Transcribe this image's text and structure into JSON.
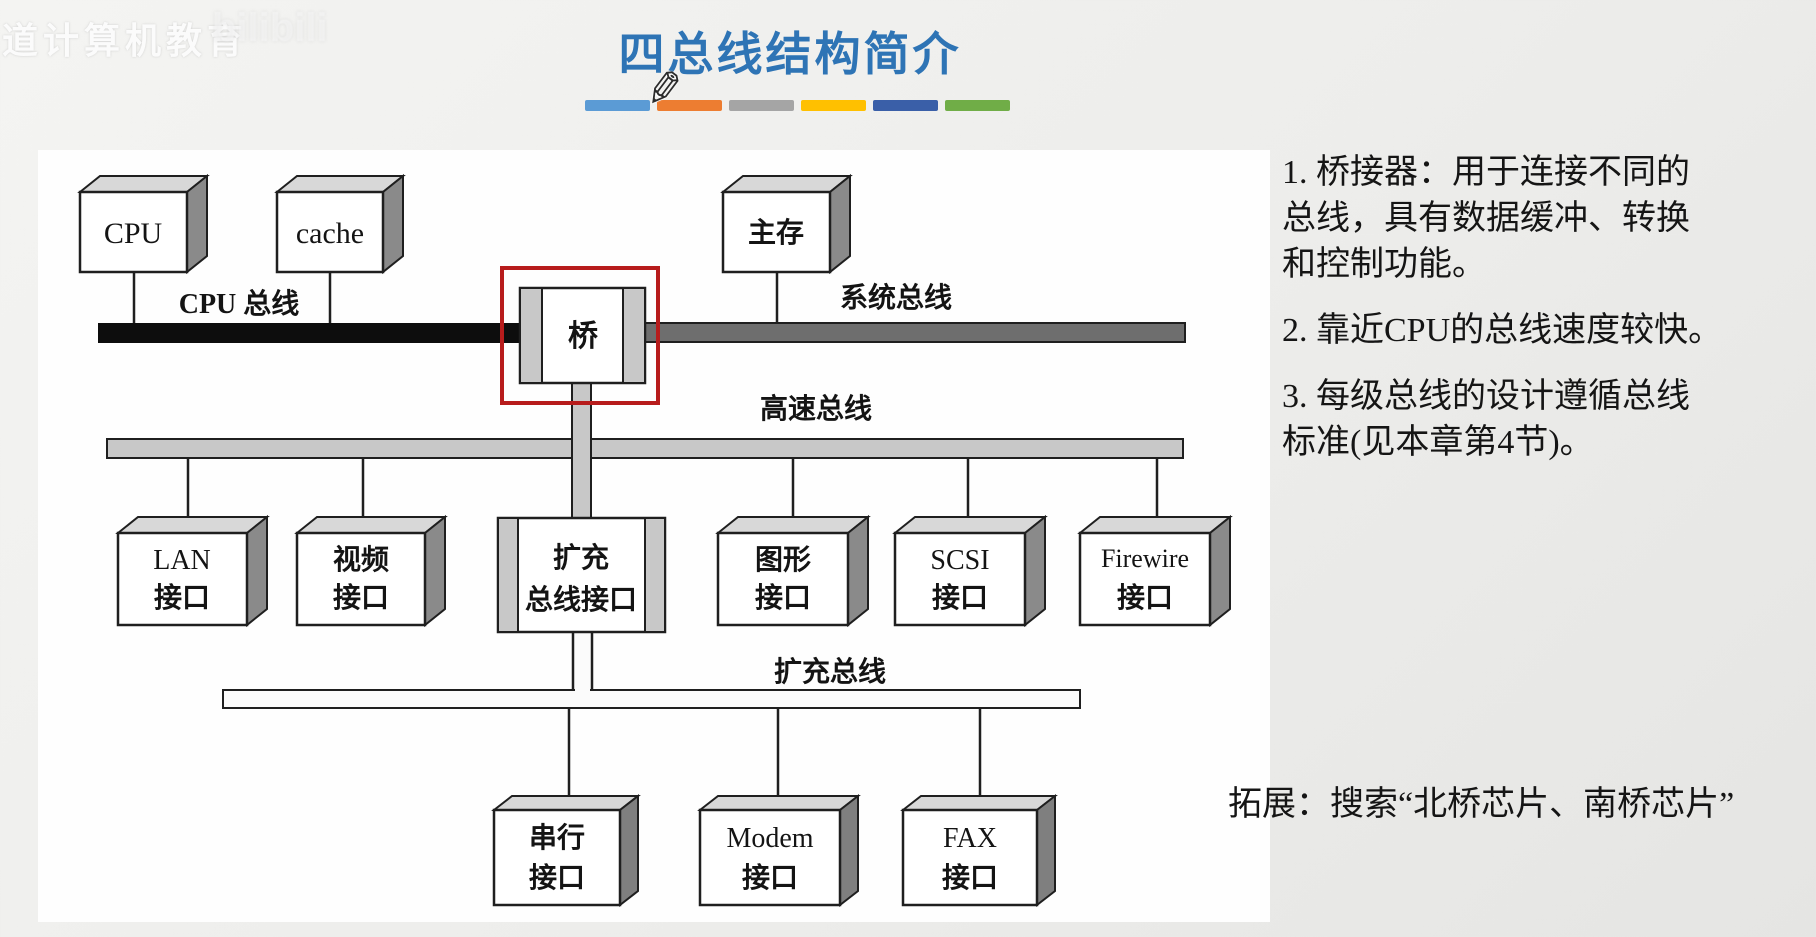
{
  "watermark": {
    "brand": "道计算机教育",
    "logo": "bilibili"
  },
  "icons": {
    "pen": "✎"
  },
  "title": {
    "text": "四总线结构简介",
    "color": "#2E74B5",
    "underline_colors": [
      "#5B9BD5",
      "#ED7D31",
      "#A5A5A5",
      "#FFC000",
      "#3A5FA8",
      "#70AD47"
    ]
  },
  "diagram": {
    "highlight_color": "#B71C1C",
    "colors": {
      "cpu_bus_fill": "#0d0d0d",
      "system_bus_fill": "#6e6e6e",
      "highspeed_bus_fill": "#c8c8c8",
      "expansion_bus_fill": "#fbfbfb",
      "box_top_face": "#d8d8d8",
      "box_side_face": "#8a8a8a"
    },
    "boxes": {
      "cpu": "CPU",
      "cache": "cache",
      "memory": "主存",
      "bridge": "桥"
    },
    "bus_labels": {
      "cpu_bus": "CPU 总线",
      "system_bus": "系统总线",
      "highspeed_bus": "高速总线",
      "expansion_bus": "扩充总线"
    },
    "mid_boxes": [
      {
        "l1": "LAN",
        "l2": "接口"
      },
      {
        "l1": "视频",
        "l2": "接口"
      },
      {
        "l1": "扩充",
        "l2": "总线接口"
      },
      {
        "l1": "图形",
        "l2": "接口"
      },
      {
        "l1": "SCSI",
        "l2": "接口"
      },
      {
        "l1": "Firewire",
        "l2": "接口"
      }
    ],
    "bottom_boxes": [
      {
        "l1": "串行",
        "l2": "接口"
      },
      {
        "l1": "Modem",
        "l2": "接口"
      },
      {
        "l1": "FAX",
        "l2": "接口"
      }
    ]
  },
  "notes": {
    "items": [
      {
        "lines": [
          "1. 桥接器：用于连接不同的",
          "总线，具有数据缓冲、转换",
          "和控制功能。"
        ]
      },
      {
        "lines": [
          "2. 靠近CPU的总线速度较快。"
        ]
      },
      {
        "lines": [
          "3. 每级总线的设计遵循总线",
          "标准(见本章第4节)。"
        ]
      }
    ],
    "extension": "拓展：搜索“北桥芯片、南桥芯片”"
  }
}
